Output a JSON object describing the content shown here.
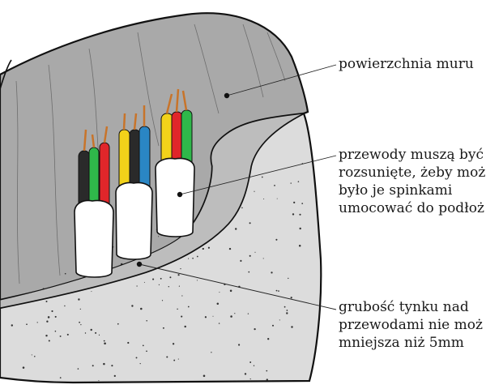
{
  "labels": {
    "wall_surface": [
      "powierzchnia muru"
    ],
    "wires_note": [
      "przewody muszą być",
      "rozsunięte, żeby moż",
      "było je spinkami",
      "umocować do podłoż"
    ],
    "plaster_note": [
      "grubość tynku nad",
      "przewodami nie moż",
      "mniejsza niż 5mm"
    ]
  },
  "colors": {
    "wall": "#a9a9a9",
    "plaster": "#dcdcdc",
    "sheath": "#ffffff",
    "wire_black": "#2a2a2a",
    "wire_green": "#2fb84a",
    "wire_red": "#e0262a",
    "wire_yellow": "#f2d21a",
    "wire_blue": "#2a86c4",
    "copper": "#c8742a"
  }
}
